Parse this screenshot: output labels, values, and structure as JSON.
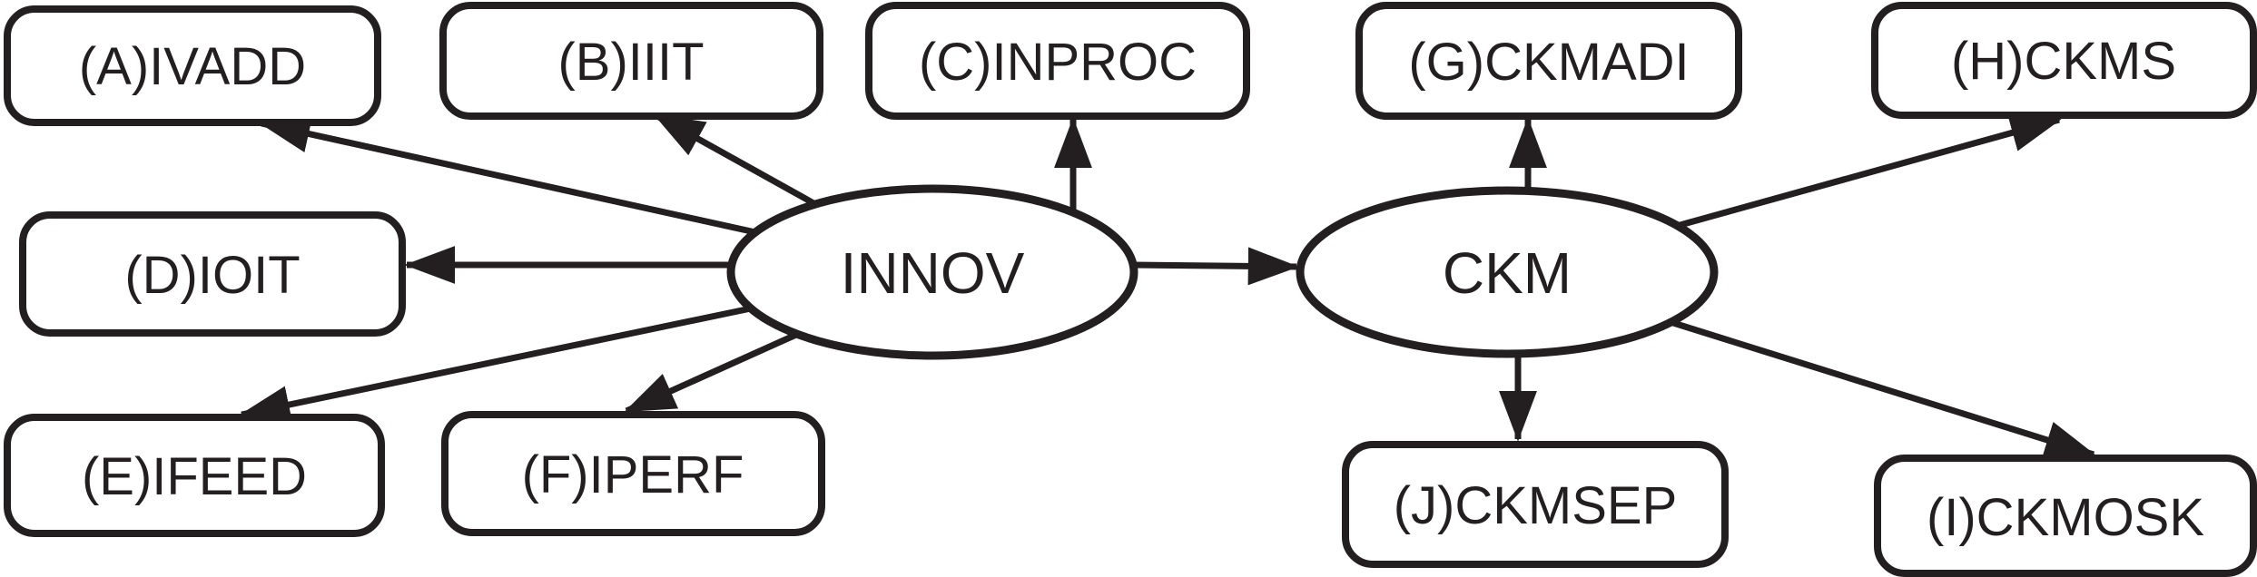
{
  "diagram": {
    "type": "path-model-diagram",
    "background_color": "#ffffff",
    "stroke_color": "#231f20",
    "node_fill_color": "#ffffff",
    "nodes": [
      {
        "id": "A",
        "label": "(A)IVADD",
        "shape": "rect"
      },
      {
        "id": "B",
        "label": "(B)IIIT",
        "shape": "rect"
      },
      {
        "id": "C",
        "label": "(C)INPROC",
        "shape": "rect"
      },
      {
        "id": "G",
        "label": "(G)CKMADI",
        "shape": "rect"
      },
      {
        "id": "H",
        "label": "(H)CKMS",
        "shape": "rect"
      },
      {
        "id": "D",
        "label": "(D)IOIT",
        "shape": "rect"
      },
      {
        "id": "E",
        "label": "(E)IFEED",
        "shape": "rect"
      },
      {
        "id": "F",
        "label": "(F)IPERF",
        "shape": "rect"
      },
      {
        "id": "J",
        "label": "(J)CKMSEP",
        "shape": "rect"
      },
      {
        "id": "I",
        "label": "(I)CKMOSK",
        "shape": "rect"
      },
      {
        "id": "INNOV",
        "label": "INNOV",
        "shape": "ellipse"
      },
      {
        "id": "CKM",
        "label": "CKM",
        "shape": "ellipse"
      }
    ],
    "edges": [
      {
        "from": "INNOV",
        "to": "A"
      },
      {
        "from": "INNOV",
        "to": "B"
      },
      {
        "from": "INNOV",
        "to": "C"
      },
      {
        "from": "INNOV",
        "to": "D"
      },
      {
        "from": "INNOV",
        "to": "E"
      },
      {
        "from": "INNOV",
        "to": "F"
      },
      {
        "from": "INNOV",
        "to": "CKM"
      },
      {
        "from": "CKM",
        "to": "G"
      },
      {
        "from": "CKM",
        "to": "H"
      },
      {
        "from": "CKM",
        "to": "I"
      },
      {
        "from": "CKM",
        "to": "J"
      }
    ]
  }
}
